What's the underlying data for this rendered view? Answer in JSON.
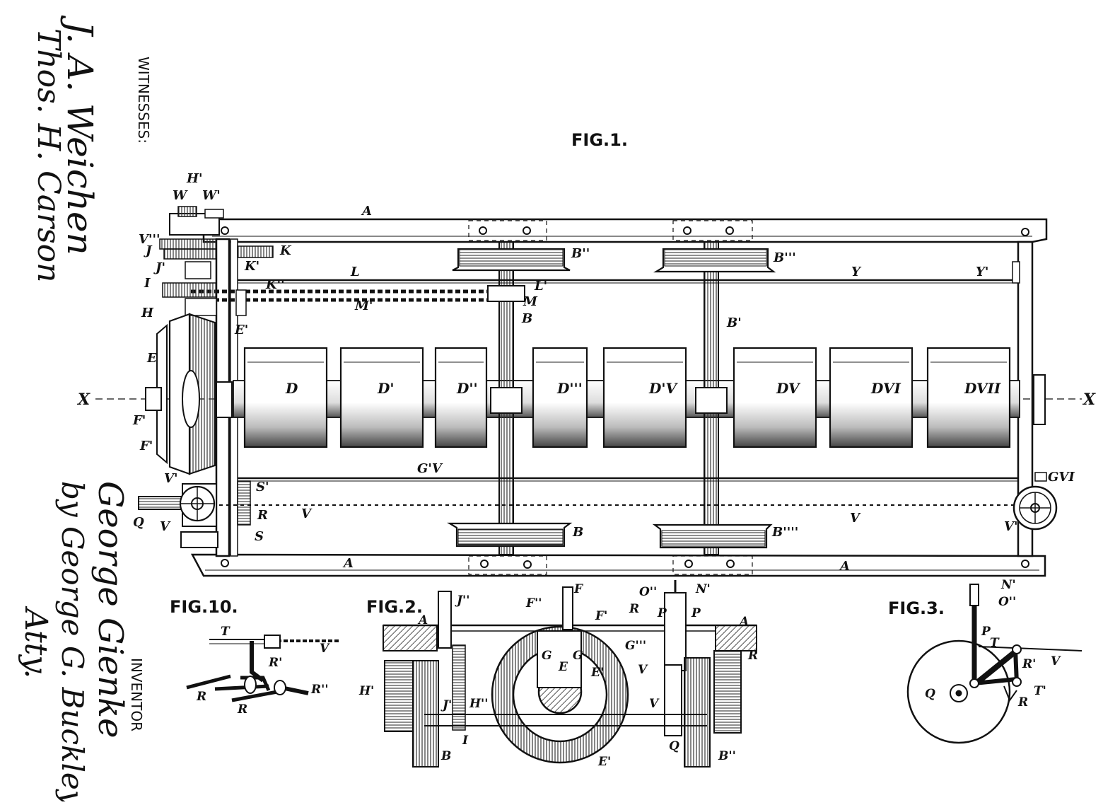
{
  "sheet": {
    "witnesses_caption": "WITNESSES:",
    "inventor_caption": "INVENTOR",
    "witness_signatures": [
      "J. A. Weichen",
      "Thos. H. Carson"
    ],
    "inventor_signature": [
      "George Gienke",
      "by George G. Buckley",
      "Atty."
    ]
  },
  "figures": {
    "fig1": "FIG.1.",
    "fig2": "FIG.2.",
    "fig3": "FIG.3.",
    "fig10": "FIG.10."
  },
  "labels": {
    "fig1": {
      "A_top": "A",
      "A_bottom_left": "A",
      "A_bottom_right": "A",
      "B": "B",
      "B_lower": "B",
      "B1": "B'",
      "B2": "B''",
      "B3": "B'''",
      "B4": "B''''",
      "D": "D",
      "D1": "D'",
      "D2": "D''",
      "D3": "D'''",
      "D4": "D'V",
      "D5": "DV",
      "D6": "DVI",
      "D7": "DVII",
      "E": "E",
      "E1": "E'",
      "F1a": "F'",
      "F1b": "F'",
      "G4": "G'V",
      "G6": "GVI",
      "H": "H",
      "H1": "H'",
      "I": "I",
      "J": "J",
      "J1": "J'",
      "K": "K",
      "K1": "K'",
      "K2": "K''",
      "L": "L",
      "L1": "L'",
      "M": "M",
      "M1": "M'",
      "Q": "Q",
      "R": "R",
      "S": "S",
      "S1": "S'",
      "V": "V",
      "V_mid": "V",
      "V_right": "V",
      "V1": "V'",
      "V1_right": "V'",
      "V3": "V'''",
      "W": "W",
      "W1": "W'",
      "X_left": "X",
      "X_right": "X",
      "Y": "Y",
      "Y1": "Y'"
    },
    "fig2": {
      "A_left": "A",
      "A_right": "A",
      "J2": "J''",
      "F": "F",
      "F1": "F'",
      "F2": "F''",
      "R": "R",
      "R_right": "R",
      "P": "P",
      "P_right": "P",
      "O2": "O''",
      "N1": "N'",
      "G3": "G'''",
      "G_left": "G",
      "G_right": "G",
      "E": "E",
      "E1": "E'",
      "E1_lower": "E'",
      "V": "V",
      "V_lower": "V",
      "H1": "H'",
      "J1": "J'",
      "H2": "H''",
      "I": "I",
      "B": "B",
      "B2": "B''",
      "Q": "Q"
    },
    "fig3": {
      "N1": "N'",
      "O2": "O''",
      "P": "P",
      "T": "T",
      "R1": "R'",
      "V": "V",
      "Q": "Q",
      "T1": "T'",
      "R": "R"
    },
    "fig10": {
      "T": "T",
      "V": "V",
      "R1": "R'",
      "R2": "R''",
      "R_left": "R",
      "R_mid": "R"
    }
  }
}
